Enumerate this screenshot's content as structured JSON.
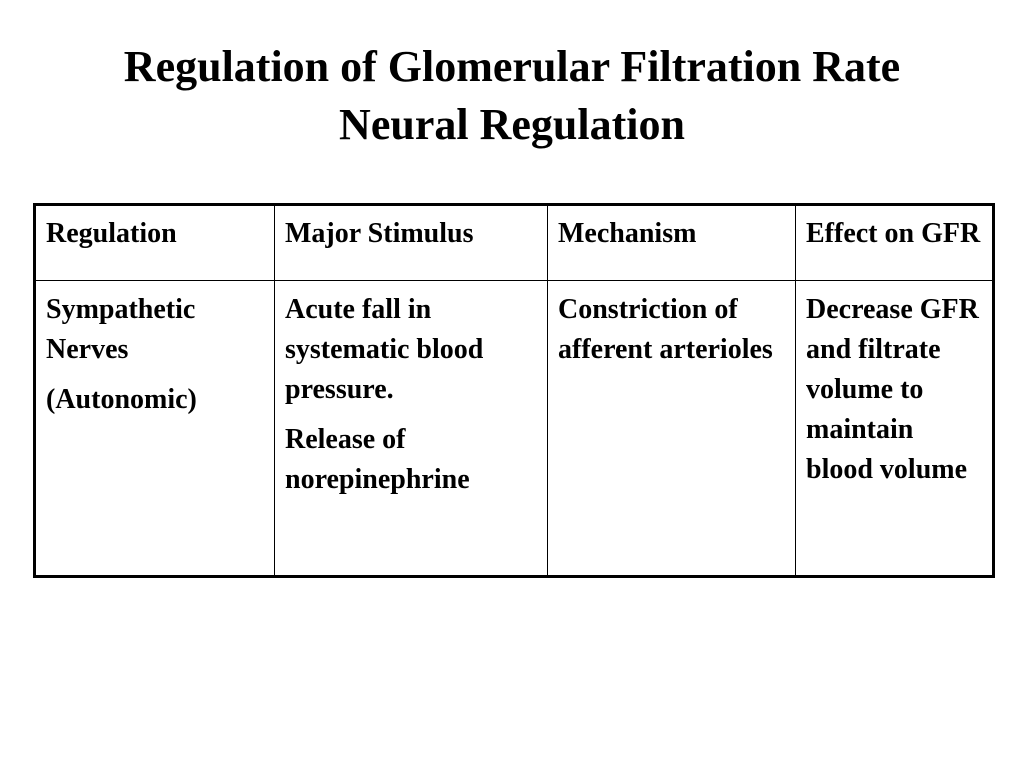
{
  "slide": {
    "title_line1": "Regulation of Glomerular Filtration Rate",
    "title_line2": "Neural Regulation"
  },
  "table": {
    "headers": {
      "regulation": "Regulation",
      "major_stimulus": "Major Stimulus",
      "mechanism": "Mechanism",
      "effect_on_gfr": "Effect on GFR"
    },
    "row": {
      "regulation": {
        "para1": "Sympathetic Nerves",
        "para2": "(Autonomic)"
      },
      "major_stimulus": {
        "para1": "Acute fall in systematic blood pressure.",
        "para2": "Release of norepinephrine"
      },
      "mechanism": {
        "para1": "Constriction of afferent arterioles"
      },
      "effect_on_gfr": {
        "para1": "Decrease GFR and filtrate volume to maintain blood volume"
      }
    }
  }
}
